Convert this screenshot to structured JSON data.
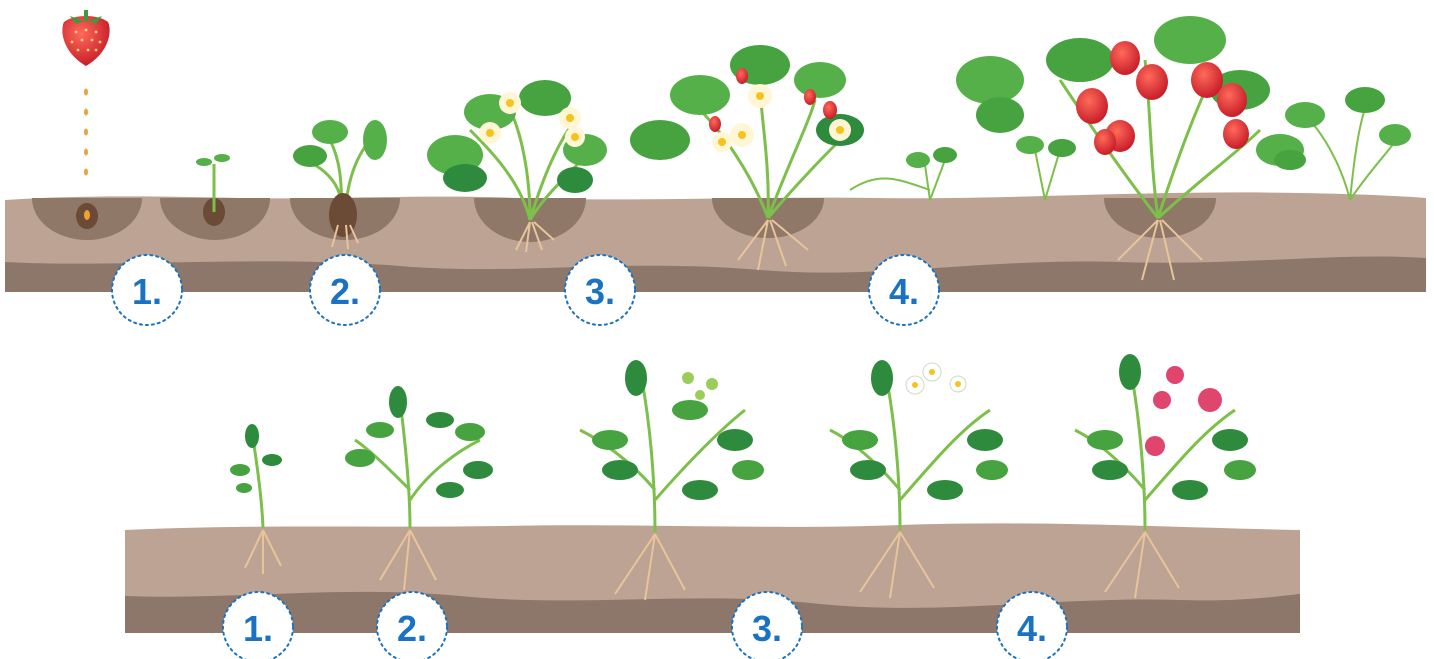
{
  "colors": {
    "soil_top": "#bda393",
    "soil_bottom": "#8c776a",
    "hole": "#8f7868",
    "seed": "#6b4a36",
    "root": "#e8c49a",
    "leaf": "#55b04a",
    "leaf_dark": "#2e8b3e",
    "stem": "#7cbf4a",
    "strawberry": "#d83a3a",
    "raspberry": "#e0456e",
    "flower": "#fff6d6",
    "flower_center": "#f6c31c",
    "badge_text": "#1a73c2",
    "badge_border": "#1a73c2"
  },
  "strawberry_row": {
    "stage_badges": [
      "1.",
      "2.",
      "3.",
      "4."
    ]
  },
  "raspberry_row": {
    "stage_badges": [
      "1.",
      "2.",
      "3.",
      "4."
    ]
  },
  "icons": {
    "fruit": "strawberry-icon",
    "seed": "seed-icon",
    "flower": "flower-icon",
    "berry": "raspberry-icon"
  }
}
